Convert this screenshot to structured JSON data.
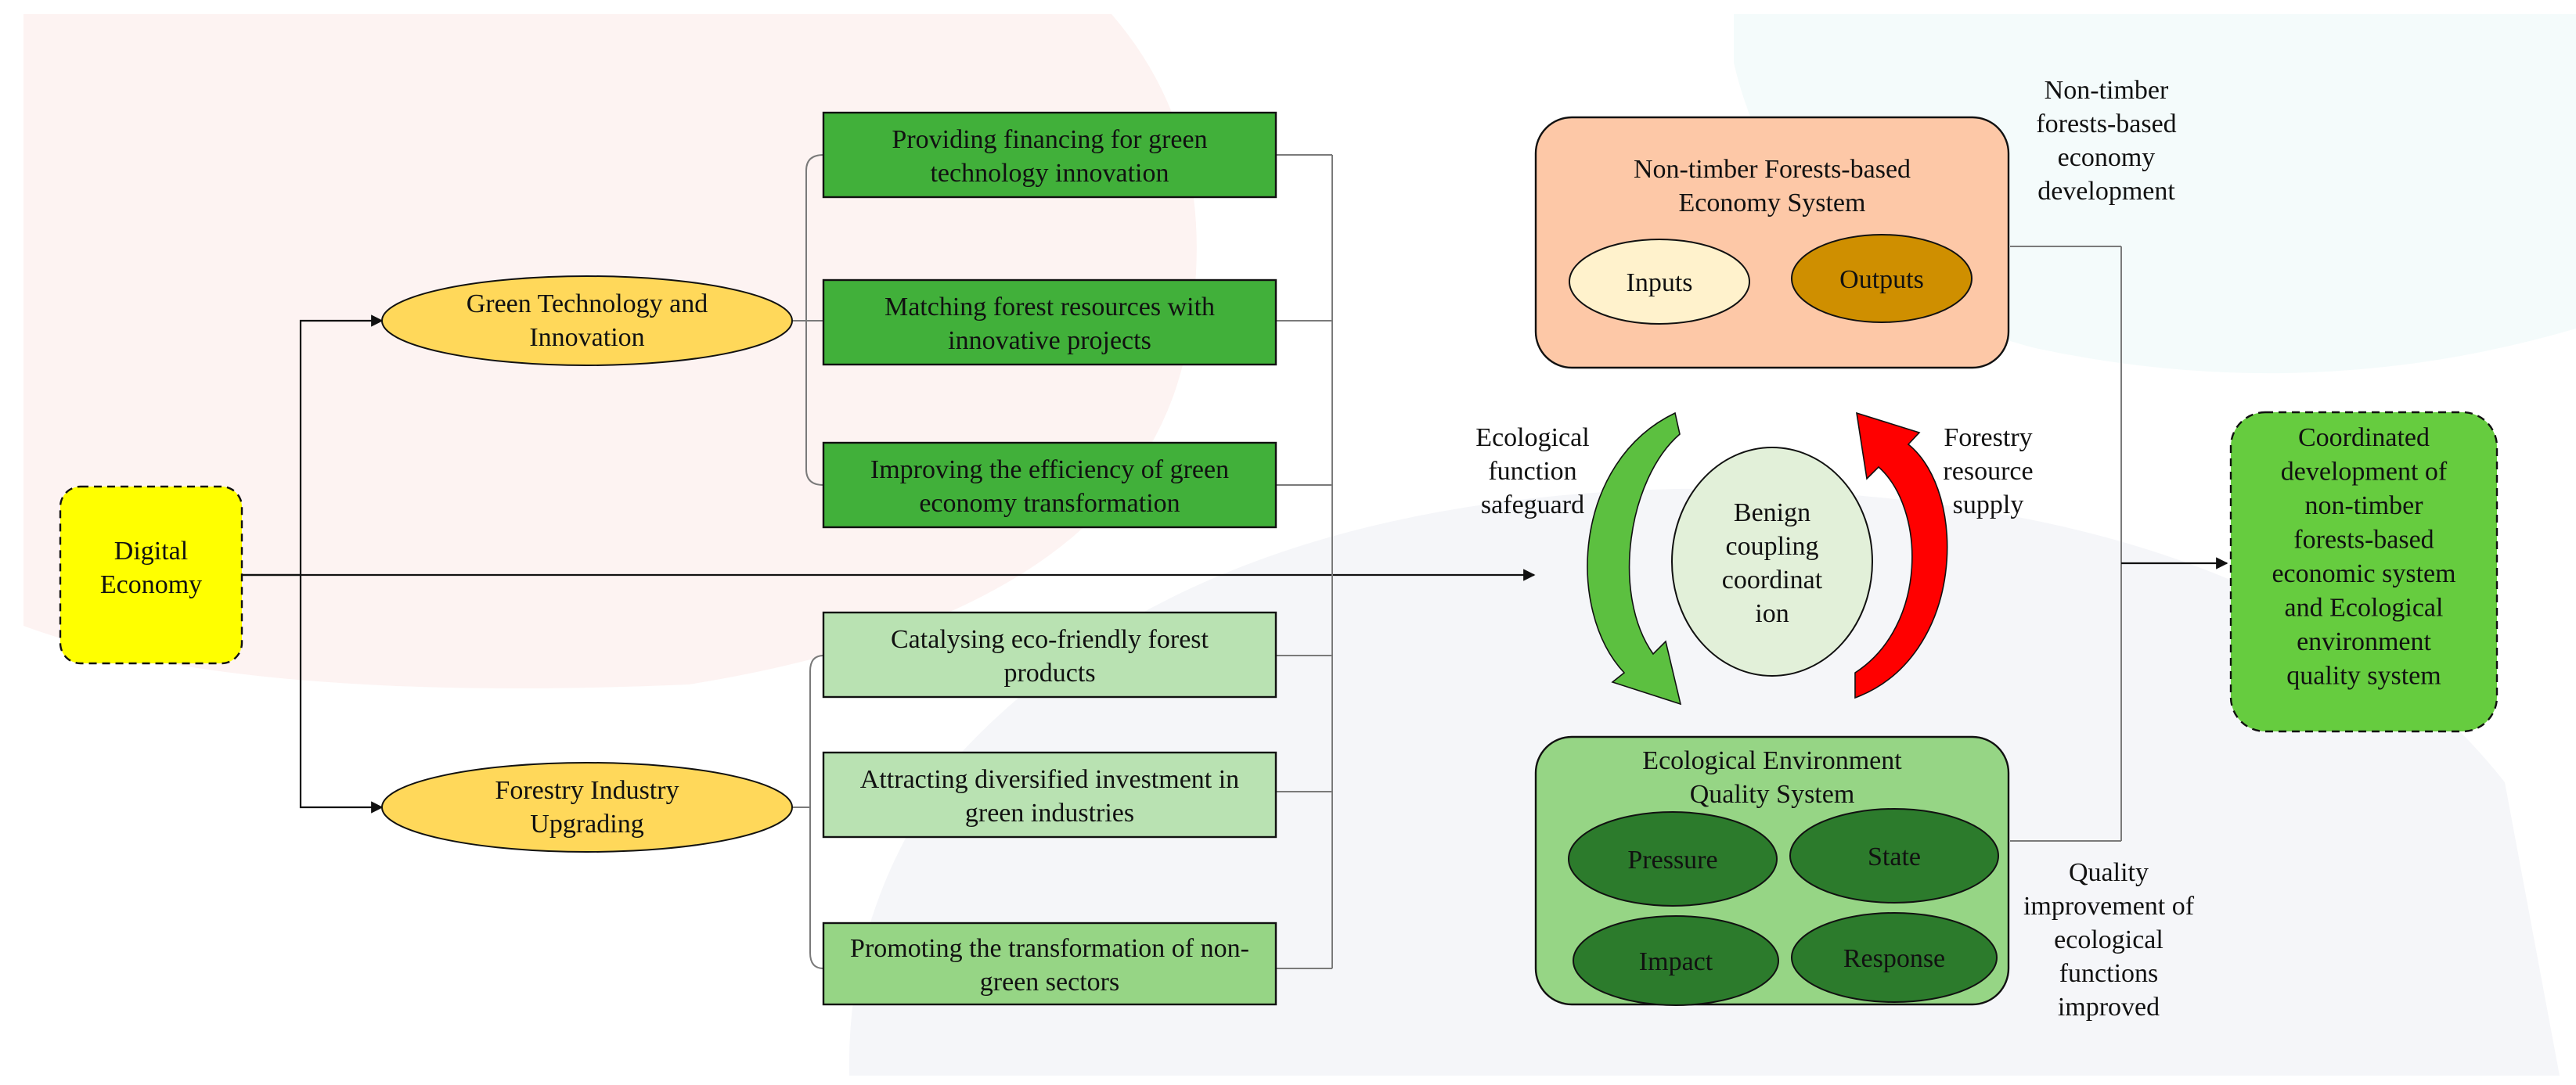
{
  "colors": {
    "digital_economy": "#ffff00",
    "pathway_ellipse": "#ffd85a",
    "green_box_dark": "#41b03a",
    "green_box_light": "#b9e2b2",
    "green_box_mid": "#96d585",
    "nontimber_system": "#fdc8a7",
    "inputs": "#fff2cc",
    "outputs": "#cf8f00",
    "ecological_system": "#96d585",
    "ecological_components": "#2c7b2c",
    "coupling": "#e2f0d9",
    "coordinated_development": "#66cc3f",
    "arrow_green": "#5cc040",
    "arrow_red": "#ff0000"
  },
  "digital_economy": {
    "label": [
      "Digital",
      "Economy"
    ]
  },
  "pathways": {
    "green_tech": {
      "label": [
        "Green Technology and",
        "Innovation"
      ]
    },
    "forestry": {
      "label": [
        "Forestry Industry",
        "Upgrading"
      ]
    }
  },
  "mechanisms": [
    [
      "Providing financing for green",
      "technology innovation"
    ],
    [
      "Matching forest resources with",
      "innovative projects"
    ],
    [
      "Improving the efficiency of green",
      "economy transformation"
    ],
    [
      "Catalysing eco-friendly forest",
      "products"
    ],
    [
      "Attracting diversified investment in",
      "green industries"
    ],
    [
      "Promoting the transformation of non-",
      "green sectors"
    ]
  ],
  "nontimber_system": {
    "title": [
      "Non-timber Forests-based",
      "Economy System"
    ],
    "inputs": "Inputs",
    "outputs": "Outputs"
  },
  "ecological_system": {
    "title": [
      "Ecological Environment",
      "Quality System"
    ],
    "components": [
      "Pressure",
      "State",
      "Impact",
      "Response"
    ]
  },
  "coupling": {
    "label": [
      "Benign",
      "coupling",
      "coordinat",
      "ion"
    ]
  },
  "flows": {
    "ecological_function": [
      "Ecological",
      "function",
      "safeguard"
    ],
    "forestry_resource": [
      "Forestry",
      "resource",
      "supply"
    ]
  },
  "side_notes": {
    "nontimber_development": [
      "Non-timber",
      "forests-based",
      "economy",
      "development"
    ],
    "quality_improvement": [
      "Quality",
      "improvement of",
      "ecological",
      "functions",
      "improved"
    ]
  },
  "outcome": {
    "label": [
      "Coordinated",
      "development of",
      "non-timber",
      "forests-based",
      "economic system",
      "and Ecological",
      "environment",
      "quality system"
    ]
  }
}
